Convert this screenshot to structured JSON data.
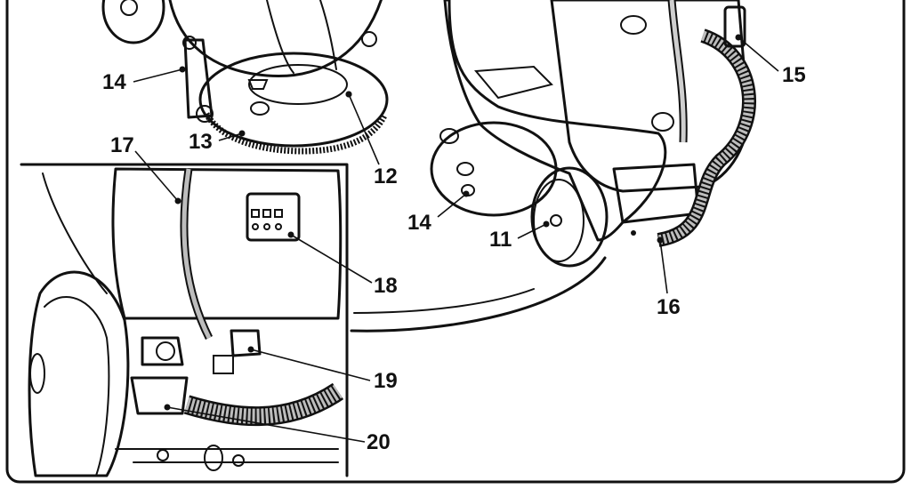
{
  "callouts": {
    "c11": "11",
    "c12": "12",
    "c13": "13",
    "c14_left": "14",
    "c14_right": "14",
    "c15": "15",
    "c16": "16",
    "c17": "17",
    "c18": "18",
    "c19": "19",
    "c20": "20"
  },
  "colors": {
    "line": "#111111",
    "machine_gray": "#c9c9c9",
    "machine_dark_gray": "#8a8a8a",
    "light_gray": "#e3e3e3",
    "background": "#ffffff"
  }
}
